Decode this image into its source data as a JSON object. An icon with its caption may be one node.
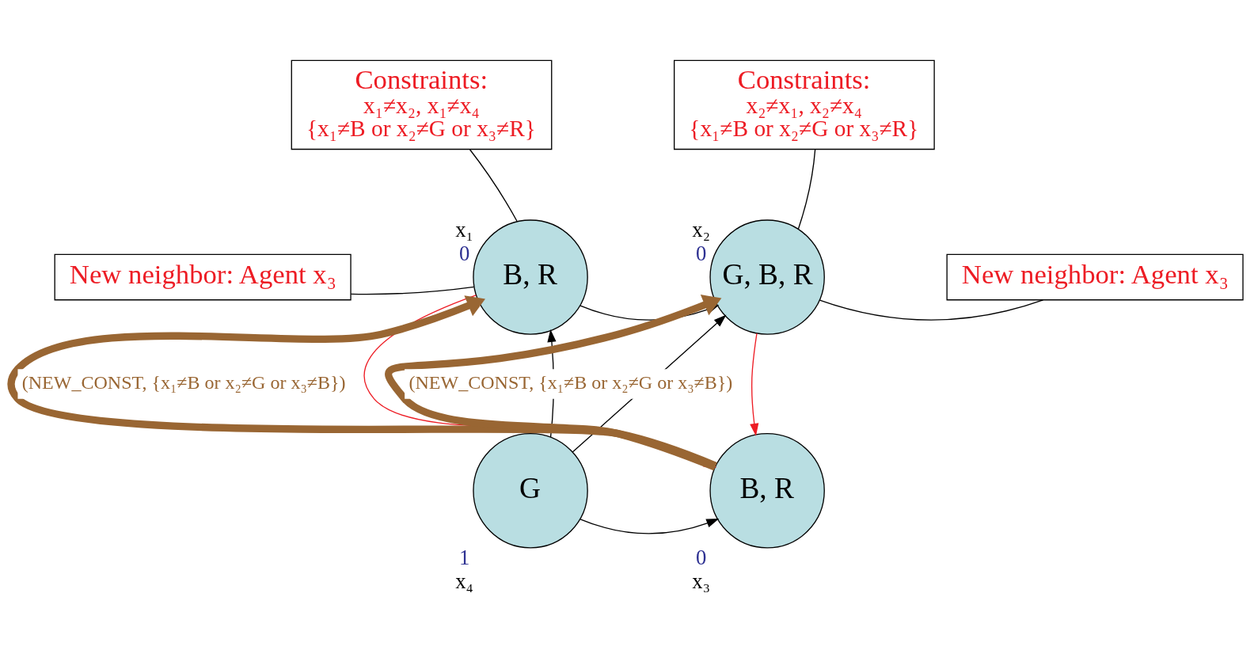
{
  "diagram": {
    "nodes": [
      {
        "text": [
          "Constraints:",
          "x₁≠x₂, x₁≠x₄",
          "{x₁≠B or x₂≠G or x₃≠R}"
        ]
      },
      {
        "text": [
          "Constraints:",
          "x₂≠x₁, x₂≠x₄",
          "{x₁≠B or x₂≠G or x₃≠R}"
        ]
      },
      {
        "text": [
          "New neighbor: Agent x₃"
        ]
      },
      {
        "text": [
          "B, R"
        ],
        "beside": [
          "x₁",
          "0"
        ]
      },
      {
        "text": [
          "G, B, R"
        ],
        "beside": [
          "x₂",
          "0"
        ]
      },
      {
        "text": [
          "New neighbor: Agent x₃"
        ]
      },
      {
        "text": [
          "G"
        ],
        "beside": [
          "1",
          "x₄"
        ]
      },
      {
        "text": [
          "B, R"
        ],
        "beside": [
          "0",
          "x₃"
        ]
      }
    ],
    "edges": [
      {
        "from": 0,
        "to": 3,
        "arrow": "none"
      },
      {
        "from": 1,
        "to": 4,
        "arrow": "none"
      },
      {
        "from": 2,
        "to": 3,
        "arrow": "none"
      },
      {
        "from": 5,
        "to": 4,
        "arrow": "none"
      },
      {
        "from": 3,
        "to": 4,
        "arrow": "to"
      },
      {
        "from": 6,
        "to": 3,
        "arrow": "to"
      },
      {
        "from": 6,
        "to": 4,
        "arrow": "to"
      },
      {
        "from": 6,
        "to": 7,
        "arrow": "to"
      },
      {
        "from": 4,
        "to": 7,
        "arrow": "to",
        "color": "#ed1c24"
      },
      {
        "from": 3,
        "to": 7,
        "arrow": "to",
        "color": "#ed1c24"
      },
      {
        "from": 7,
        "to": 3,
        "arrow": "to",
        "style": "thick",
        "color": "#996633",
        "label": "(NEW_CONST, {x₁≠B or x₂≠G or x₃≠B})"
      },
      {
        "from": 7,
        "to": 4,
        "arrow": "to",
        "style": "thick",
        "color": "#996633",
        "label": "(NEW_CONST, {x₁≠B or x₂≠G or x₃≠B})"
      }
    ]
  }
}
